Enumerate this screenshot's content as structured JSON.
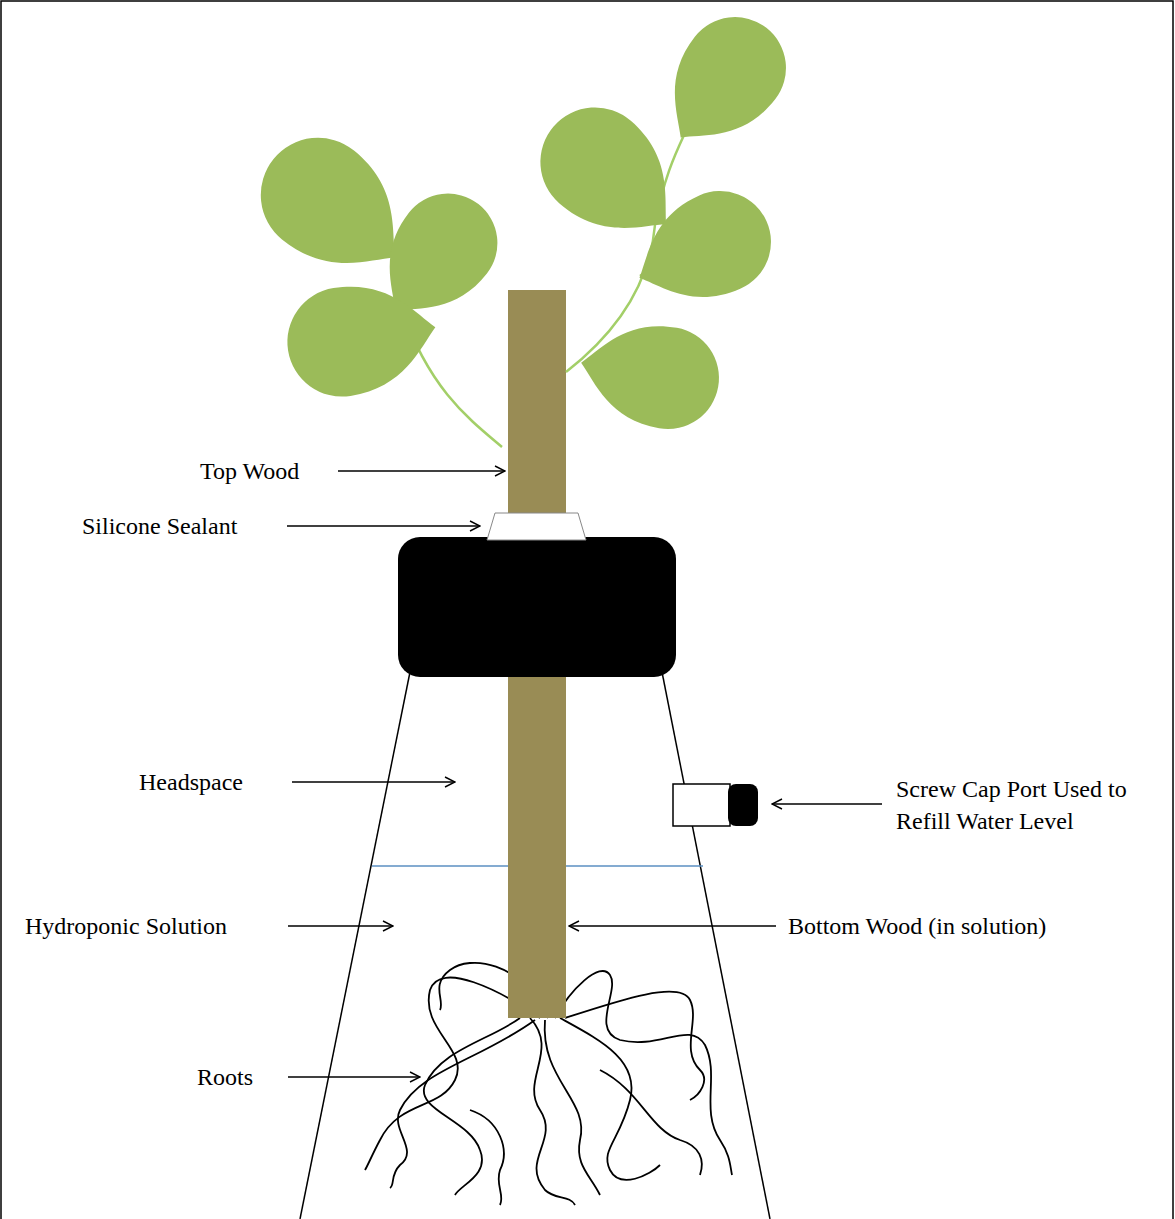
{
  "diagram": {
    "labels": [
      "Top Wood",
      "Silicone Sealant",
      "Headspace",
      "Screw Cap Port Used to Refill Water Level",
      "Hydroponic Solution",
      "Bottom Wood (in solution)",
      "Roots"
    ]
  }
}
